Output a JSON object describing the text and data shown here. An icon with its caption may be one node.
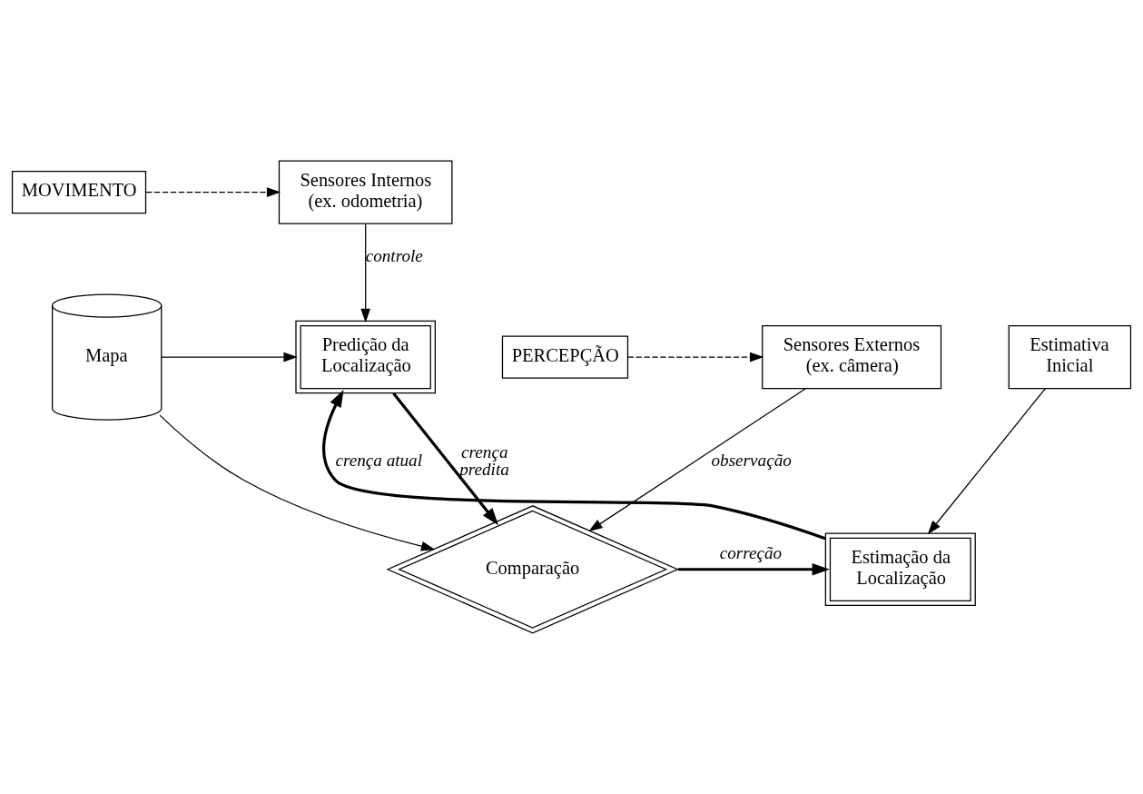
{
  "diagram": {
    "nodes": [
      {
        "text": [
          "MOVIMENTO"
        ]
      },
      {
        "text": [
          "Sensores Internos (ex. odometria)"
        ]
      },
      {
        "text": [
          "Mapa"
        ]
      },
      {
        "text": [
          "Predição da Localização"
        ]
      },
      {
        "text": [
          "Comparação"
        ]
      },
      {
        "text": [
          "Estimação da Localização"
        ]
      },
      {
        "text": [
          "PERCEPÇÃO"
        ]
      },
      {
        "text": [
          "Sensores Externos (ex. câmera)"
        ]
      },
      {
        "text": [
          "Estimativa Inicial"
        ]
      }
    ],
    "edges": [
      {
        "from": 0,
        "to": 1,
        "arrow": "to",
        "style": "dashed"
      },
      {
        "from": 1,
        "to": 3,
        "arrow": "to",
        "label": "controle"
      },
      {
        "from": 2,
        "to": 3,
        "arrow": "to"
      },
      {
        "from": 2,
        "to": 4,
        "arrow": "to"
      },
      {
        "from": 3,
        "to": 4,
        "arrow": "to",
        "label": "crença predita",
        "style": "thick"
      },
      {
        "from": 4,
        "to": 5,
        "arrow": "to",
        "label": "correção",
        "style": "thick"
      },
      {
        "from": 5,
        "to": 3,
        "arrow": "to",
        "label": "crença atual",
        "style": "thick"
      },
      {
        "from": 6,
        "to": 7,
        "arrow": "to",
        "style": "dashed"
      },
      {
        "from": 7,
        "to": 4,
        "arrow": "to",
        "label": "observação"
      },
      {
        "from": 8,
        "to": 5,
        "arrow": "to"
      }
    ]
  }
}
